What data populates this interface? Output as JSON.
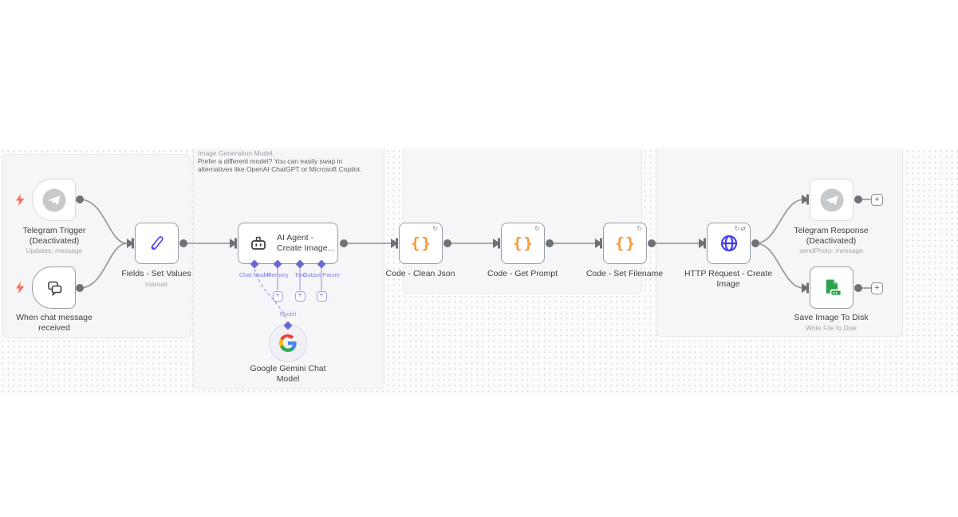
{
  "note": {
    "line1": "Image Generation Model.",
    "line2": "Prefer a different model? You can easily swap in",
    "line3": "alternatives like OpenAI ChatGPT or Microsoft Copilot."
  },
  "nodes": {
    "telegram_trigger": {
      "label": "Telegram Trigger",
      "label2": "(Deactivated)",
      "subtitle": "Updates: message"
    },
    "chat_trigger": {
      "label": "When chat message",
      "label2": "received"
    },
    "set_fields": {
      "label": "Fields - Set Values",
      "subtitle": "manual"
    },
    "ai_agent": {
      "title_line1": "AI Agent -",
      "title_line2": "Create Image..."
    },
    "code_clean_json": {
      "label": "Code - Clean Json"
    },
    "code_get_prompt": {
      "label": "Code - Get Prompt"
    },
    "code_set_filename": {
      "label": "Code - Set Filename"
    },
    "http_request": {
      "label": "HTTP Request - Create",
      "label2": "Image"
    },
    "telegram_response": {
      "label": "Telegram Response",
      "label2": "(Deactivated)",
      "subtitle": "sendPhoto: message"
    },
    "save_to_disk": {
      "label": "Save Image To Disk",
      "subtitle": "Write File to Disk"
    },
    "gemini_model": {
      "label": "Google Gemini Chat",
      "label2": "Model"
    }
  },
  "agent_ports": {
    "chat_model": "Chat Model",
    "memory": "Memory",
    "tool": "Tool",
    "output_parser": "Output Parser",
    "model_link": "Model"
  },
  "glyphs": {
    "plus": "+",
    "braces": "{}",
    "retry_icon": "↻",
    "swap_icon": "⇄"
  },
  "icons": {
    "telegram": "paper-plane in circle",
    "chat": "speech-bubbles",
    "set_fields": "pen",
    "ai_agent": "robot",
    "code": "curly-braces",
    "http": "globe",
    "save": "file-and-disk",
    "gemini": "google-g",
    "trigger": "lightning-bolt"
  },
  "colors": {
    "code_icon": "#FF9330",
    "http_icon": "#443EEA",
    "file_icon": "#2BA24B",
    "trigger_bolt": "#FF6D5A",
    "port_accent": "#837EE4",
    "wire": "#9B9CA0",
    "deactivated_icon": "#C7CACD",
    "panel_bg": "#F6F6F8"
  }
}
